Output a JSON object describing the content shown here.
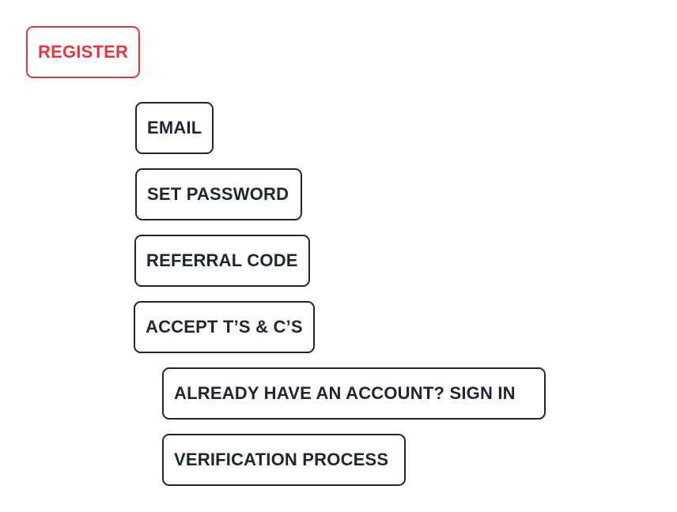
{
  "colors": {
    "background": "#ffffff",
    "accent_red": "#e8353e",
    "node_dark": "#1f2533"
  },
  "flow": {
    "title": "REGISTER",
    "nodes": [
      {
        "label": "REGISTER",
        "level": 0,
        "variant": "accent"
      },
      {
        "label": "EMAIL",
        "level": 1,
        "variant": "default"
      },
      {
        "label": "SET PASSWORD",
        "level": 1,
        "variant": "default"
      },
      {
        "label": "REFERRAL CODE",
        "level": 1,
        "variant": "default"
      },
      {
        "label": "ACCEPT T’S & C’S",
        "level": 1,
        "variant": "default"
      },
      {
        "label": "ALREADY HAVE AN ACCOUNT? SIGN IN",
        "level": 2,
        "variant": "default"
      },
      {
        "label": "VERIFICATION PROCESS",
        "level": 2,
        "variant": "default"
      }
    ]
  }
}
